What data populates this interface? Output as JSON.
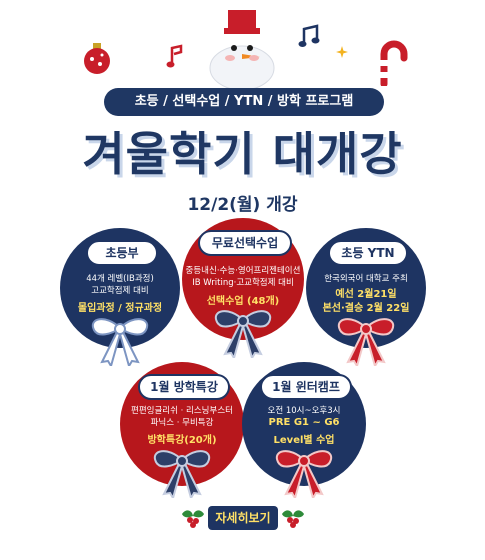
{
  "header": {
    "category_pill": "초등 / 선택수업 / YTN / 방학 프로그램",
    "headline": "겨울학기 대개강",
    "open_date": "12/2(월) 개강"
  },
  "cards": [
    {
      "title": "초등부",
      "lines": [
        "44개 레벨(IB과정)",
        "고교학점제 대비"
      ],
      "highlights": [
        "몰입과정 / 정규과정"
      ]
    },
    {
      "title": "무료선택수업",
      "lines": [
        "중등내신·수능·영어프리젠테이션",
        "IB Writing·고교학점제 대비"
      ],
      "highlights": [
        "선택수업 (48개)"
      ]
    },
    {
      "title": "초등 YTN",
      "lines": [
        "한국외국어 대학교 주최"
      ],
      "highlights": [
        "예선 2월21일",
        "본선·결승 2월 22일"
      ]
    },
    {
      "title": "1월 방학특강",
      "lines": [
        "편편잉글리쉬 · 리스닝부스터",
        "파닉스 · 무비특강"
      ],
      "highlights": [
        "방학특강(20개)"
      ]
    },
    {
      "title": "1월 윈터캠프",
      "lines": [
        "오전 10시~오후3시"
      ],
      "highlights": [
        "PRE G1 ~ G6",
        "Level별 수업"
      ]
    }
  ],
  "detail_button": "자세히보기",
  "colors": {
    "navy": "#1e3462",
    "red": "#b7171c",
    "highlight": "#ffe066"
  },
  "icons": [
    "snowman-icon",
    "ornament-icon",
    "music-note-icon",
    "sparkle-icon",
    "candy-cane-icon",
    "ribbon-bow-icon",
    "holly-icon"
  ]
}
